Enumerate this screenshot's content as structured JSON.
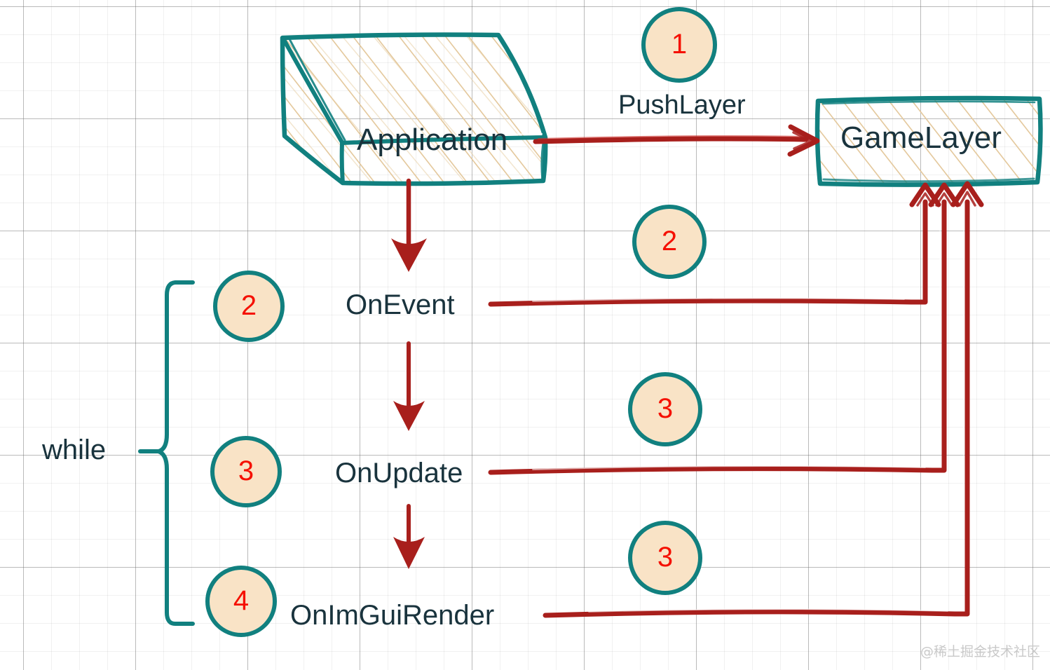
{
  "diagram": {
    "title": "Application layer lifecycle diagram",
    "watermark": "@稀土掘金技术社区"
  },
  "colors": {
    "teal": "#11807f",
    "red_arrow": "#a81f1c",
    "number_red": "#f51000",
    "text_navy": "#19333d",
    "hatch_tan": "#e3c79a",
    "circle_fill": "#f9e3c6",
    "grid_minor": "#e9e9e9",
    "grid_major": "#b9b9b9",
    "watermark_gray": "#c9c9c9"
  },
  "nodes": {
    "application": {
      "label": "Application",
      "shape": "3d-cube"
    },
    "gamelayer": {
      "label": "GameLayer",
      "shape": "rectangle"
    },
    "on_event": {
      "label": "OnEvent",
      "shape": "text"
    },
    "on_update": {
      "label": "OnUpdate",
      "shape": "text"
    },
    "on_imgui_render": {
      "label": "OnImGuiRender",
      "shape": "text"
    }
  },
  "edges": {
    "push_layer": {
      "label": "PushLayer",
      "from": "application",
      "to": "gamelayer",
      "arrowhead": "hollow"
    },
    "app_to_onevent": {
      "from": "application",
      "to": "on_event",
      "arrowhead": "solid"
    },
    "onevent_to_onupdate": {
      "from": "on_event",
      "to": "on_update",
      "arrowhead": "solid"
    },
    "onupdate_to_onimgui": {
      "from": "on_update",
      "to": "on_imgui_render",
      "arrowhead": "solid"
    },
    "onevent_to_gamelayer": {
      "from": "on_event",
      "to": "gamelayer",
      "arrowhead": "hollow"
    },
    "onupdate_to_gamelayer": {
      "from": "on_update",
      "to": "gamelayer",
      "arrowhead": "hollow"
    },
    "onimgui_to_gamelayer": {
      "from": "on_imgui_render",
      "to": "gamelayer",
      "arrowhead": "hollow"
    }
  },
  "loop": {
    "label": "while",
    "brace_covers": [
      "step-left-2",
      "step-left-3",
      "step-left-4"
    ]
  },
  "step_badges": {
    "left_column": [
      {
        "id": "step-left-2",
        "number": "2"
      },
      {
        "id": "step-left-3",
        "number": "3"
      },
      {
        "id": "step-left-4",
        "number": "4"
      }
    ],
    "middle_column": [
      {
        "id": "step-mid-1",
        "number": "1"
      },
      {
        "id": "step-mid-2",
        "number": "2"
      },
      {
        "id": "step-mid-3a",
        "number": "3"
      },
      {
        "id": "step-mid-3b",
        "number": "3"
      }
    ]
  }
}
